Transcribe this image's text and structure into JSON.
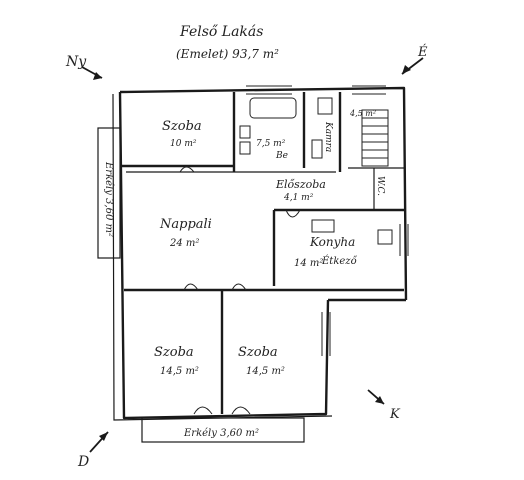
{
  "header": {
    "title": "Felső Lakás",
    "subtitle": "(Emelet) 93,7 m²"
  },
  "compass": {
    "ny": "Ny",
    "e": "É",
    "d": "D",
    "k": "K"
  },
  "rooms": {
    "szoba_top": {
      "name": "Szoba",
      "area": "10 m²"
    },
    "bath_area": "7,5 m²",
    "bath_code": "Be",
    "kamra": "Kamra",
    "stair_area": "4,5 m²",
    "eloszoba": {
      "name": "Előszoba",
      "area": "4,1 m²"
    },
    "wc": "W.C.",
    "nappali": {
      "name": "Nappali",
      "area": "24 m²"
    },
    "konyha": {
      "name": "Konyha",
      "area": "14 m²",
      "extra": "Étkező"
    },
    "szoba_left": {
      "name": "Szoba",
      "area": "14,5 m²"
    },
    "szoba_right": {
      "name": "Szoba",
      "area": "14,5 m²"
    }
  },
  "balconies": {
    "left": "Erkély 3,60 m²",
    "bottom": "Erkély 3,60 m²"
  }
}
